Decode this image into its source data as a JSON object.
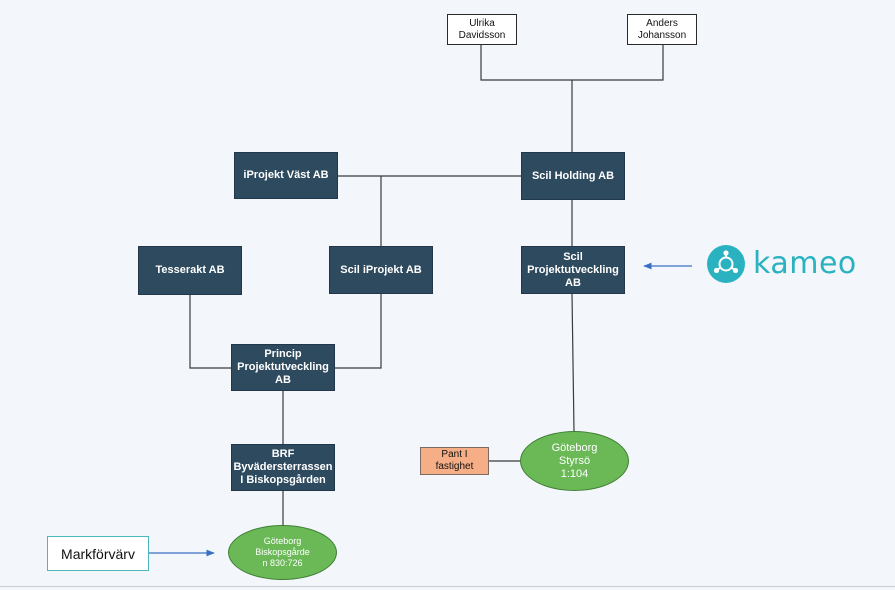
{
  "nodes": {
    "ulrika": "Ulrika\nDavidsson",
    "anders": "Anders\nJohansson",
    "iprojekt_vast": "iProjekt Väst AB",
    "scil_holding": "Scil Holding AB",
    "tesserakt": "Tesserakt AB",
    "scil_iprojekt": "Scil iProjekt AB",
    "scil_projektutveckling": "Scil\nProjektutveckling\nAB",
    "princip": "Princip\nProjektutveckling\nAB",
    "brf": "BRF\nByvädersterrassen\nI Biskopsgården",
    "goteborg_styrso": "Göteborg\nStyrsö\n1:104",
    "goteborg_biskopsgarden": "Göteborg\nBiskopsgårde\nn 830:726",
    "pant": "Pant I\nfastighet",
    "markforvarv": "Markförvärv"
  },
  "logo": {
    "text": "kameo",
    "icon": "kameo-network-icon"
  },
  "colors": {
    "entity_fill": "#2e4a5e",
    "property_fill": "#6ab956",
    "pant_fill": "#f6ae86",
    "brand": "#2ab2c1",
    "arrow": "#3a6fc4"
  }
}
